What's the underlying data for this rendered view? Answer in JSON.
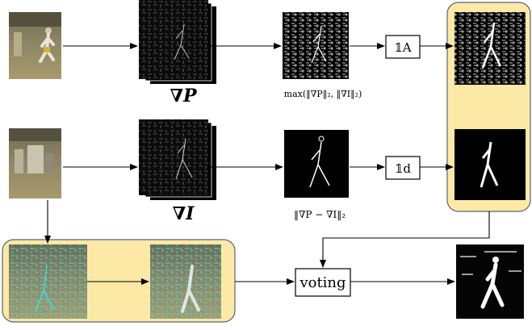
{
  "labels": {
    "grad_p": "∇P",
    "grad_i": "∇I",
    "max_expr": "max(‖∇P‖₂, ‖∇I‖₂)",
    "diff_expr": "‖∇P − ∇I‖₂",
    "indicator_a": "𝟙A",
    "indicator_d": "𝟙d",
    "voting": "voting"
  },
  "colors": {
    "highlight_fill": "#fde9a6",
    "highlight_stroke": "#57657a",
    "edge_cyan": "#2ee6e6",
    "arrow": "#000000"
  },
  "images": [
    {
      "name": "input-frame-person-photo"
    },
    {
      "name": "background-frame-photo"
    },
    {
      "name": "gradient-p-edge-map"
    },
    {
      "name": "gradient-i-edge-map"
    },
    {
      "name": "max-gradient-magnitude-map"
    },
    {
      "name": "gradient-difference-map"
    },
    {
      "name": "binary-mask-a"
    },
    {
      "name": "binary-mask-d"
    },
    {
      "name": "cyan-edge-overlay-background"
    },
    {
      "name": "cyan-edge-overlay-person"
    },
    {
      "name": "final-foreground-result"
    }
  ]
}
